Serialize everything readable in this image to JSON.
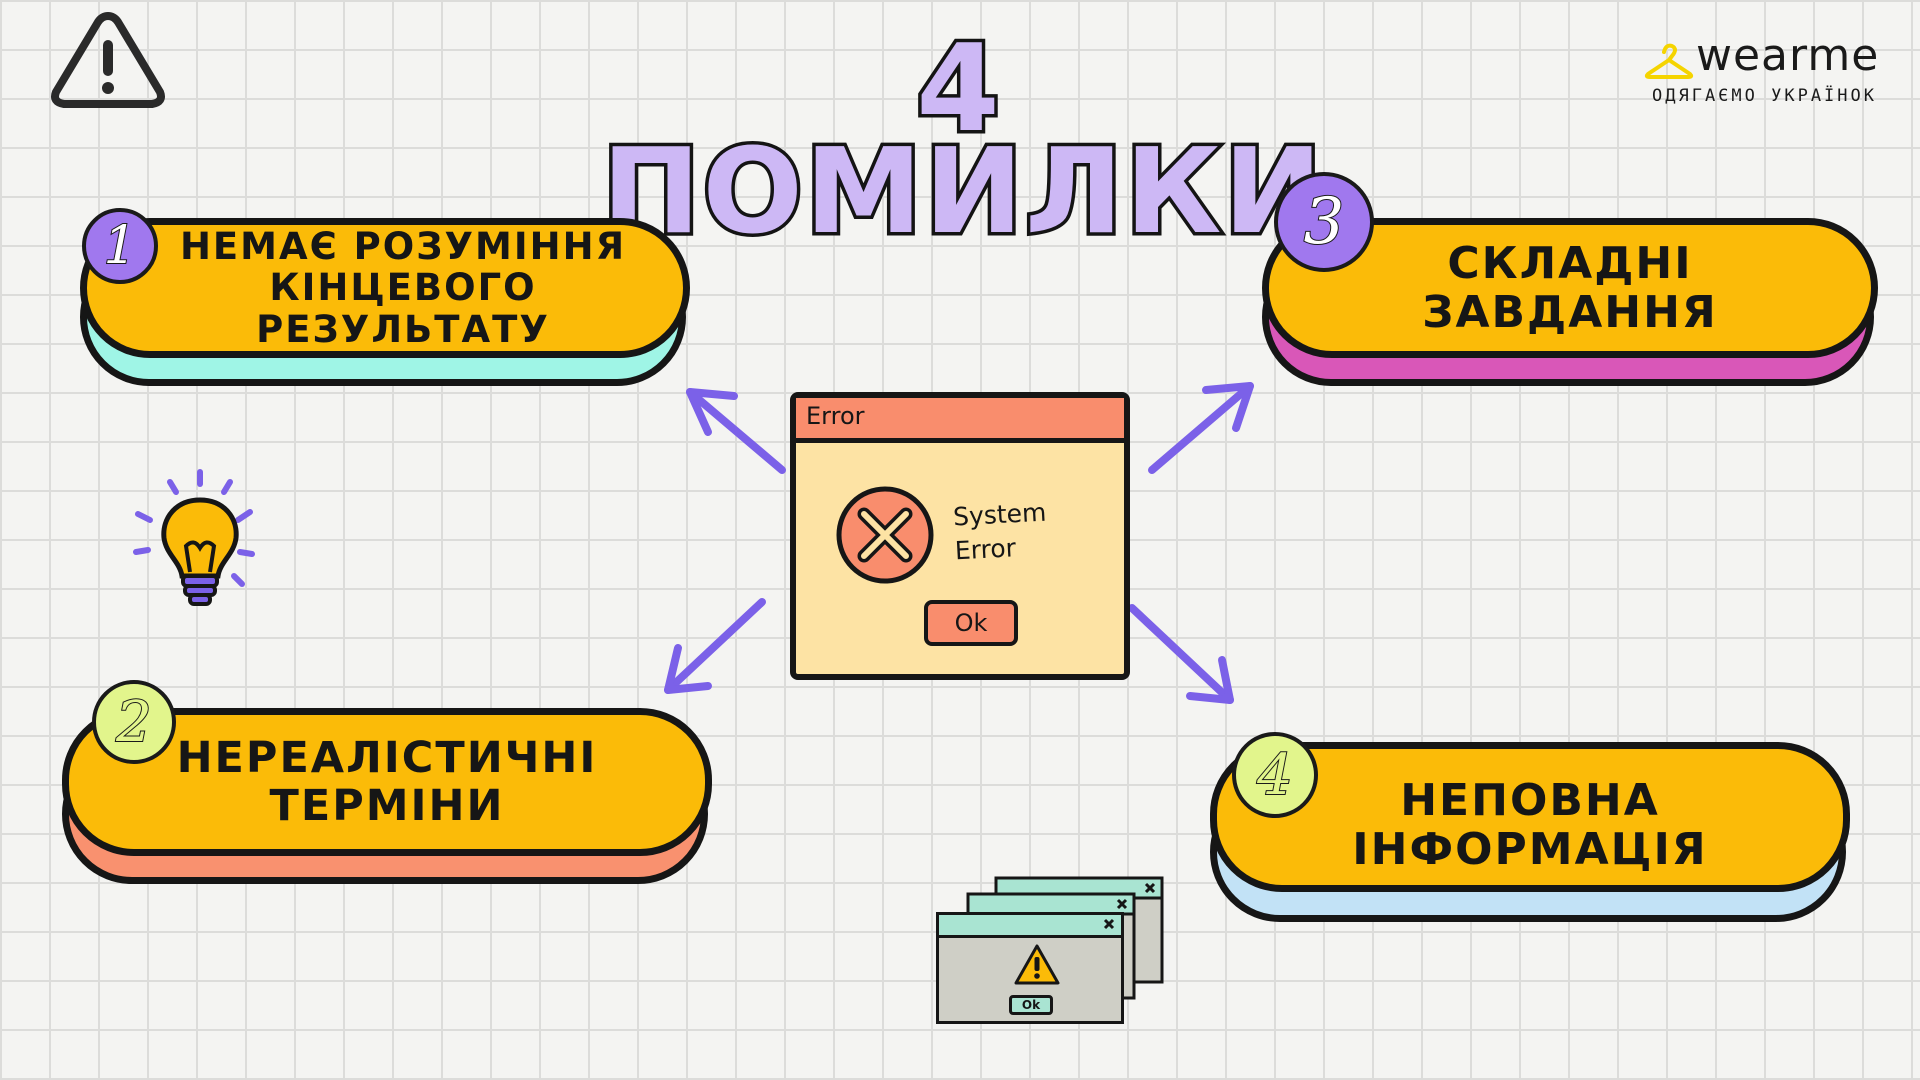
{
  "title": {
    "number": "4",
    "word": "ПОМИЛКИ"
  },
  "brand": {
    "name": "wearme",
    "tagline": "ОДЯГАЄМО УКРАЇНОК"
  },
  "error_dialog": {
    "title": "Error",
    "message": "System\nError",
    "ok_label": "Ok"
  },
  "mini_dialog": {
    "ok_label": "Ok"
  },
  "mistakes": [
    {
      "badge": "1",
      "line1": "НЕМАЄ РОЗУМІННЯ",
      "line2": "КІНЦЕВОГО РЕЗУЛЬТАТУ",
      "shadow_color": "#9ff5e6"
    },
    {
      "badge": "2",
      "line1": "НЕРЕАЛІСТИЧНІ",
      "line2": "ТЕРМІНИ",
      "shadow_color": "#f9916f"
    },
    {
      "badge": "3",
      "line1": "СКЛАДНІ",
      "line2": "ЗАВДАННЯ",
      "shadow_color": "#d957b8"
    },
    {
      "badge": "4",
      "line1": "НЕПОВНА",
      "line2": "ІНФОРМАЦІЯ",
      "shadow_color": "#c2e2f6"
    }
  ],
  "colors": {
    "pill_fill": "#fbbb08",
    "title_fill": "#cdb8f5",
    "arrow": "#7b61e8",
    "badge_purple": "#a078ee",
    "badge_green": "#e2f58c",
    "brand_accent": "#f5d400"
  },
  "icons": [
    "warning-triangle-icon",
    "lightbulb-icon",
    "hanger-icon",
    "error-x-icon",
    "arrow-icon"
  ]
}
